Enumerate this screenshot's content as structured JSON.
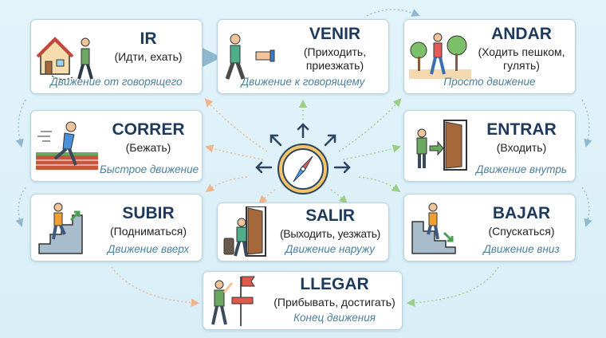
{
  "cards": [
    {
      "id": "ir",
      "verb": "IR",
      "translation": "(Идти, ехать)",
      "description": "Движение от говорящего",
      "icon": "house-walker-icon"
    },
    {
      "id": "venir",
      "verb": "VENIR",
      "translation": "(Приходить, приезжать)",
      "description": "Движение к говорящему",
      "icon": "walker-hand-icon"
    },
    {
      "id": "andar",
      "verb": "ANDAR",
      "translation": "(Ходить пешком, гулять)",
      "description": "Просто движение",
      "icon": "walker-trees-icon"
    },
    {
      "id": "correr",
      "verb": "CORRER",
      "translation": "(Бежать)",
      "description": "Быстрое движение",
      "icon": "runner-icon"
    },
    {
      "id": "entrar",
      "verb": "ENTRAR",
      "translation": "(Входить)",
      "description": "Движение внутрь",
      "icon": "door-enter-icon"
    },
    {
      "id": "subir",
      "verb": "SUBIR",
      "translation": "(Подниматься)",
      "description": "Движение вверх",
      "icon": "stairs-up-icon"
    },
    {
      "id": "salir",
      "verb": "SALIR",
      "translation": "(Выходить, уезжать)",
      "description": "Движение наружу",
      "icon": "door-exit-icon"
    },
    {
      "id": "bajar",
      "verb": "BAJAR",
      "translation": "(Спускаться)",
      "description": "Движение вниз",
      "icon": "stairs-down-icon"
    },
    {
      "id": "llegar",
      "verb": "LLEGAR",
      "translation": "(Прибывать, достигать)",
      "description": "Конец движения",
      "icon": "flag-icon"
    }
  ],
  "center": {
    "icon": "compass-icon"
  },
  "colors": {
    "verb": "#1d3a5c",
    "desc": "#4c7f99",
    "arrow_blue": "#8fb8cf",
    "arrow_orange": "#f0b48a",
    "arrow_green": "#9ccd85"
  }
}
